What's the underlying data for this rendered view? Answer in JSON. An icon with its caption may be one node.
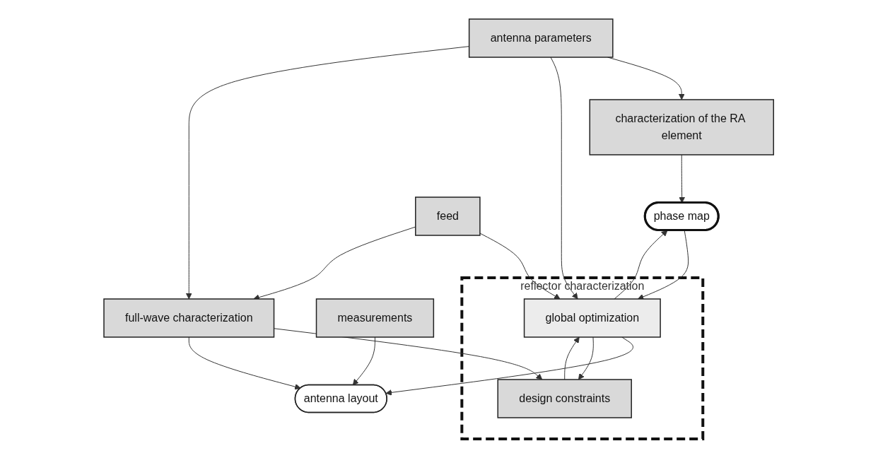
{
  "diagram": {
    "nodes": [
      {
        "text": [
          "characterization of the RA element"
        ]
      },
      {
        "text": [
          "phase map"
        ]
      },
      {
        "text": [
          "reflector characterization"
        ]
      },
      {
        "text": [
          "global optimization"
        ],
        "in": 2
      },
      {
        "text": [
          "design constraints"
        ],
        "in": 2
      },
      {
        "text": [
          "antenna parameters"
        ]
      },
      {
        "text": [
          "feed"
        ]
      },
      {
        "text": [
          "measurements"
        ]
      },
      {
        "text": [
          "antenna layout"
        ]
      },
      {
        "text": [
          "full-wave characterization"
        ]
      }
    ],
    "edges": [
      {
        "from": 5,
        "to": 0,
        "arrow": "to"
      },
      {
        "from": 0,
        "to": 1,
        "arrow": "to"
      },
      {
        "from": 1,
        "to": 3,
        "arrow": "to"
      },
      {
        "from": 3,
        "to": 1,
        "arrow": "to"
      },
      {
        "from": 5,
        "to": 3,
        "arrow": "to"
      },
      {
        "from": 6,
        "to": 3,
        "arrow": "to"
      },
      {
        "from": 4,
        "to": 3,
        "arrow": "to"
      },
      {
        "from": 3,
        "to": 8,
        "arrow": "to"
      },
      {
        "from": 3,
        "to": 4,
        "arrow": "to"
      },
      {
        "from": 7,
        "to": 8,
        "arrow": "to"
      },
      {
        "from": 9,
        "to": 8,
        "arrow": "to"
      },
      {
        "from": 9,
        "to": 4,
        "arrow": "to"
      },
      {
        "from": 5,
        "to": 9,
        "arrow": "to"
      },
      {
        "from": 6,
        "to": 9,
        "arrow": "to"
      }
    ]
  }
}
